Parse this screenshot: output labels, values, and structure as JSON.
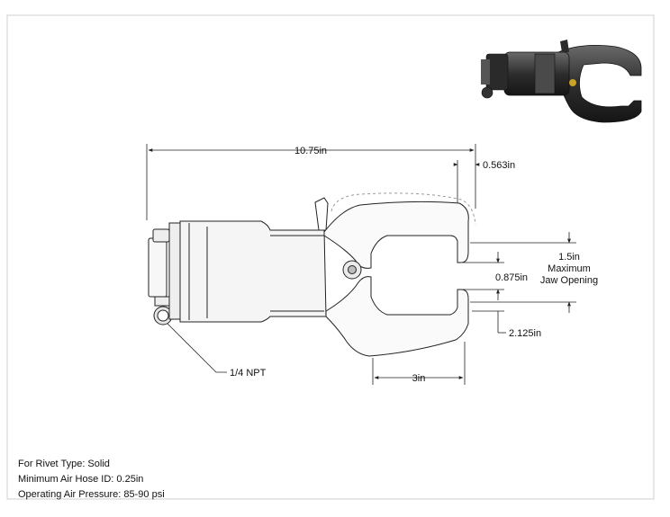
{
  "dimensions": {
    "overall_length": "10.75in",
    "jaw_tip_width": "0.563in",
    "max_opening_value": "1.5in",
    "max_opening_label_line1": "Maximum",
    "max_opening_label_line2": "Jaw Opening",
    "jaw_gap": "0.875in",
    "jaw_depth": "2.125in",
    "throat_depth": "3in",
    "port_callout": "1/4 NPT"
  },
  "notes": {
    "rivet_type": "For Rivet Type: Solid",
    "hose_id": "Minimum Air Hose ID: 0.25in",
    "air_pressure": "Operating Air Pressure: 85-90 psi"
  },
  "colors": {
    "line": "#222222",
    "tool_fill": "#f2f2f2",
    "photo_body": "#3b3b3b"
  }
}
